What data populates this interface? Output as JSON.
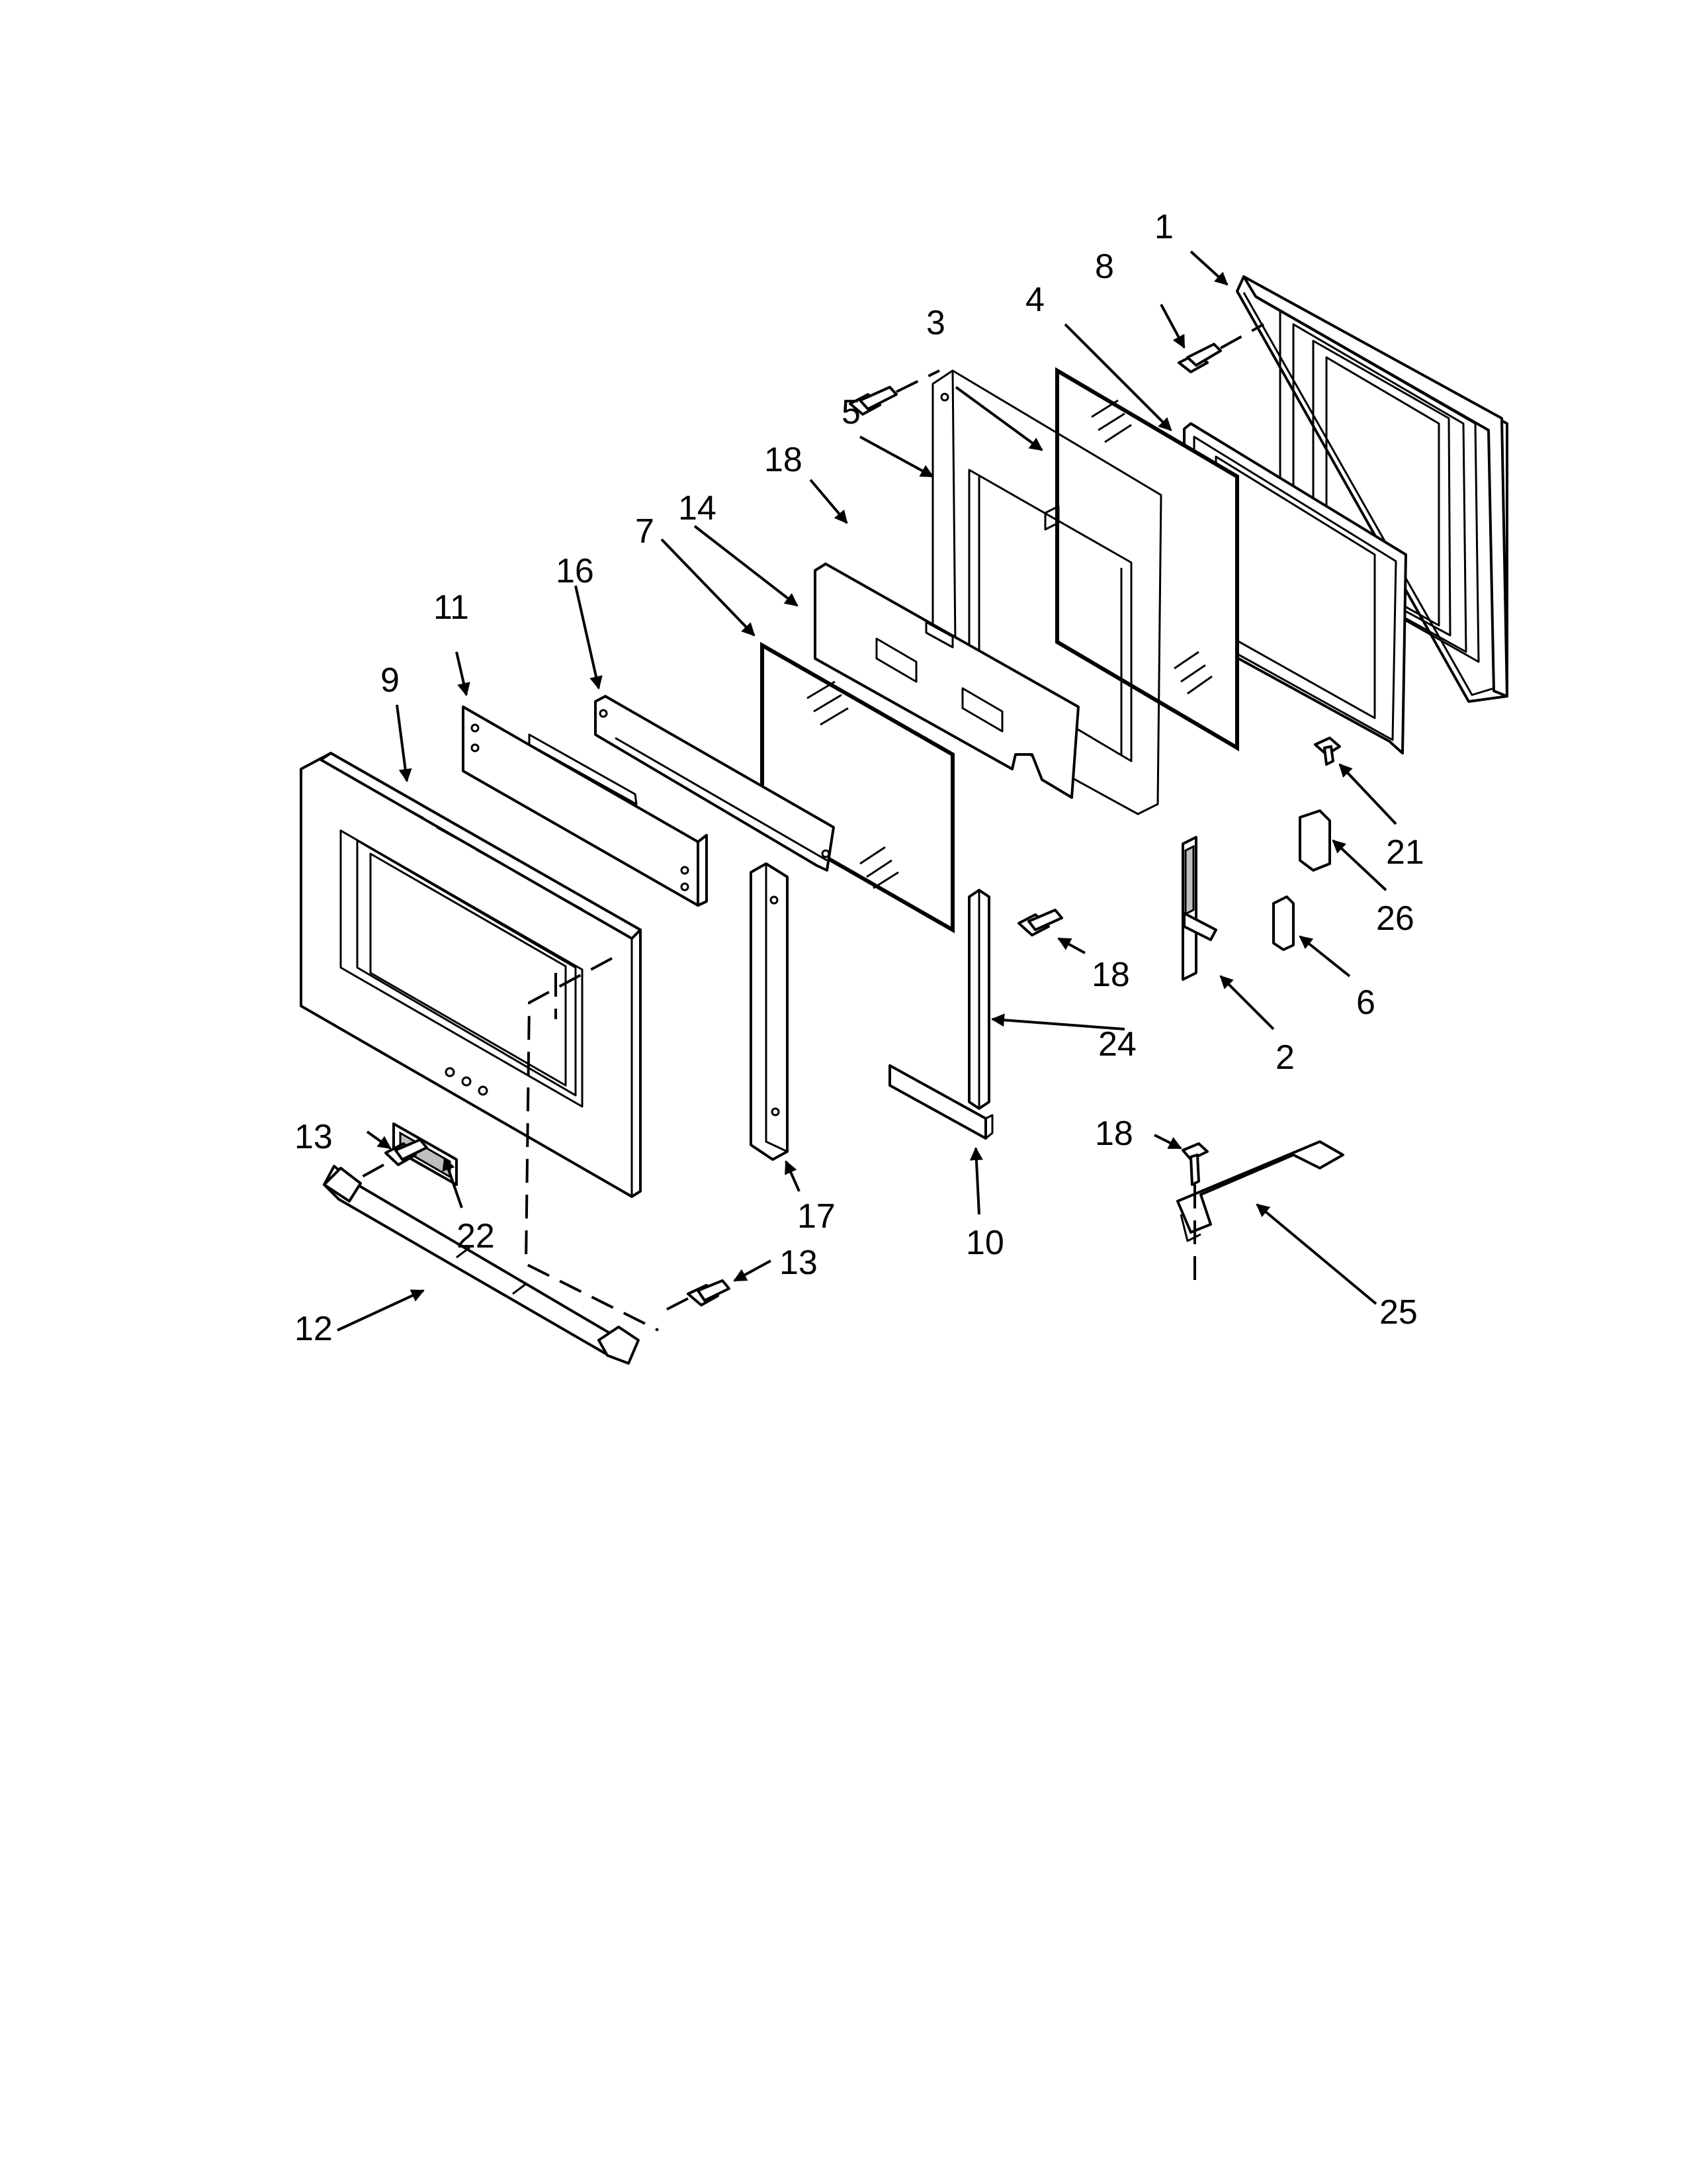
{
  "callouts": [
    "1",
    "8",
    "4",
    "3",
    "5",
    "18",
    "14",
    "7",
    "16",
    "11",
    "9",
    "21",
    "26",
    "6",
    "2",
    "18",
    "24",
    "13",
    "22",
    "17",
    "10",
    "18",
    "13",
    "12",
    "25"
  ]
}
